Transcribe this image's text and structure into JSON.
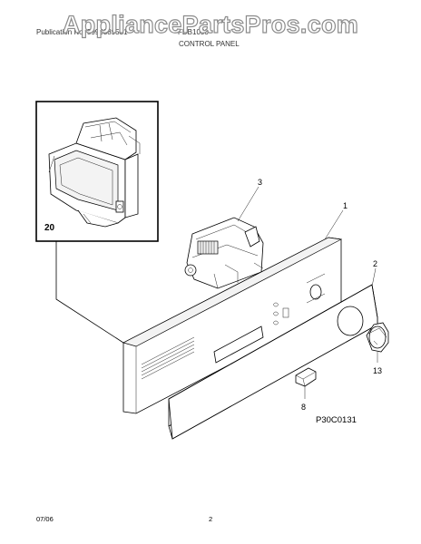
{
  "watermark": "AppliancePartsPros.com",
  "header": {
    "publication": "Publication No. 5995389531",
    "model": "FDB1050",
    "section_title": "CONTROL PANEL"
  },
  "callouts": {
    "panel": "1",
    "overlay": "2",
    "board": "3",
    "button": "8",
    "knob": "13",
    "dispenser": "20"
  },
  "figure_code": "P30C0131",
  "footer": {
    "date": "07/06",
    "page": "2"
  }
}
